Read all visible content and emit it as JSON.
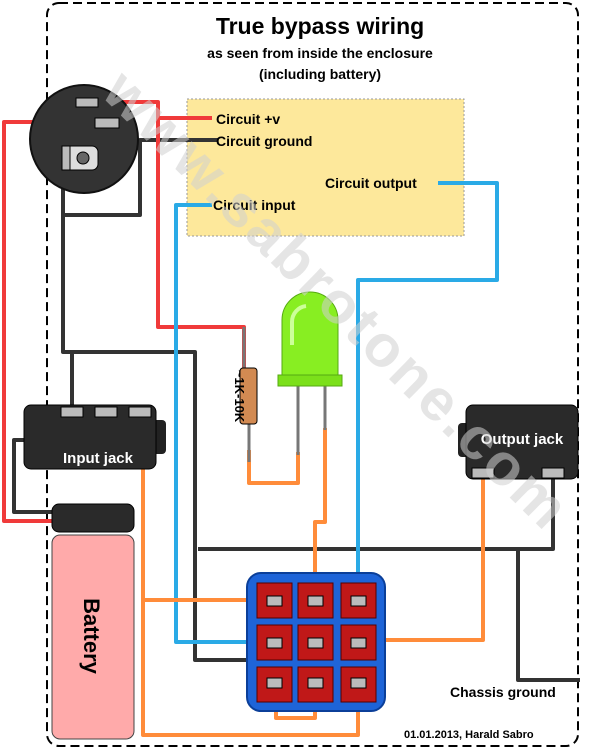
{
  "title": "True bypass wiring",
  "subtitle_line1": "as seen from inside the enclosure",
  "subtitle_line2": "(including battery)",
  "circuit_board": {
    "plus_v": "Circuit +v",
    "ground": "Circuit ground",
    "output": "Circuit output",
    "input": "Circuit input"
  },
  "resistor_label": "~1K-10K",
  "input_jack_label": "Input jack",
  "output_jack_label": "Output jack",
  "battery_label": "Battery",
  "chassis_ground_label": "Chassis ground",
  "footer": "01.01.2013, Harald Sabro",
  "watermark": "www.sabrotone.com",
  "colors": {
    "positive_wire": "#f03a3a",
    "ground_wire": "#333333",
    "signal_wire": "#2aaae6",
    "switch_wire": "#ff8c3a",
    "circuit_board": "#fde89b",
    "led": "#88ee22",
    "battery": "#ffaaaa",
    "switch_body": "#1e64d8",
    "switch_lug": "#c01818"
  }
}
